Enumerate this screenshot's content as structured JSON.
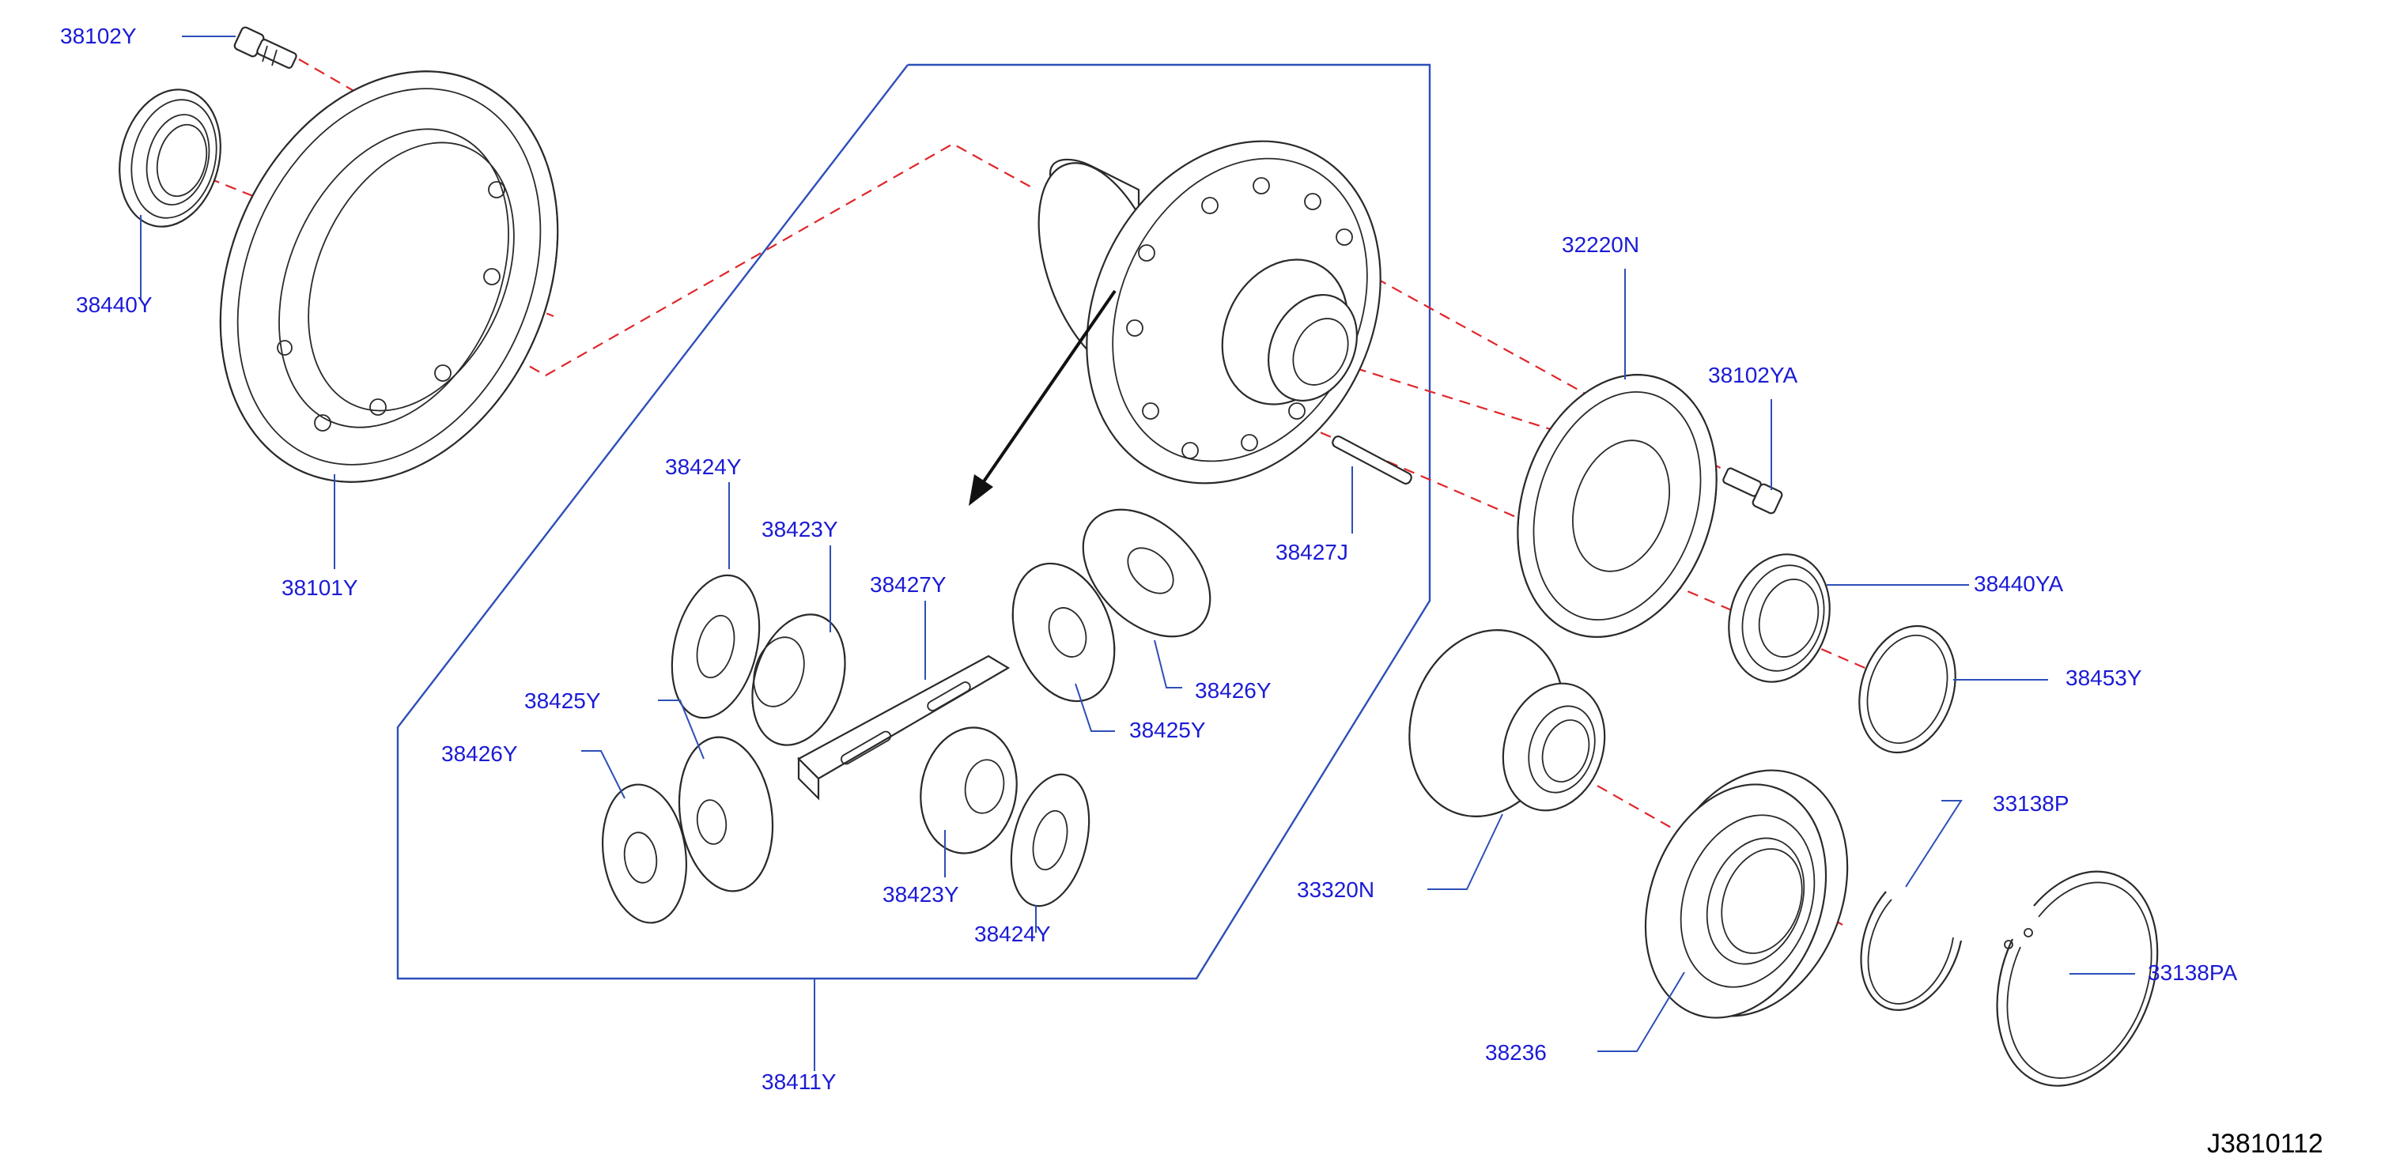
{
  "diagram": {
    "reference_code": "J3810112",
    "callouts": [
      {
        "id": "c-38102y",
        "label": "38102Y"
      },
      {
        "id": "c-38440y",
        "label": "38440Y"
      },
      {
        "id": "c-38101y",
        "label": "38101Y"
      },
      {
        "id": "c-38424y-a",
        "label": "38424Y"
      },
      {
        "id": "c-38423y-a",
        "label": "38423Y"
      },
      {
        "id": "c-38427y",
        "label": "38427Y"
      },
      {
        "id": "c-38425y-a",
        "label": "38425Y"
      },
      {
        "id": "c-38426y-a",
        "label": "38426Y"
      },
      {
        "id": "c-38426y-b",
        "label": "38426Y"
      },
      {
        "id": "c-38425y-b",
        "label": "38425Y"
      },
      {
        "id": "c-38423y-b",
        "label": "38423Y"
      },
      {
        "id": "c-38424y-b",
        "label": "38424Y"
      },
      {
        "id": "c-38411y",
        "label": "38411Y"
      },
      {
        "id": "c-38427j",
        "label": "38427J"
      },
      {
        "id": "c-32220n",
        "label": "32220N"
      },
      {
        "id": "c-38102ya",
        "label": "38102YA"
      },
      {
        "id": "c-38440ya",
        "label": "38440YA"
      },
      {
        "id": "c-38453y",
        "label": "38453Y"
      },
      {
        "id": "c-33138p",
        "label": "33138P"
      },
      {
        "id": "c-33320n",
        "label": "33320N"
      },
      {
        "id": "c-33138pa",
        "label": "33138PA"
      },
      {
        "id": "c-38236",
        "label": "38236"
      }
    ]
  }
}
